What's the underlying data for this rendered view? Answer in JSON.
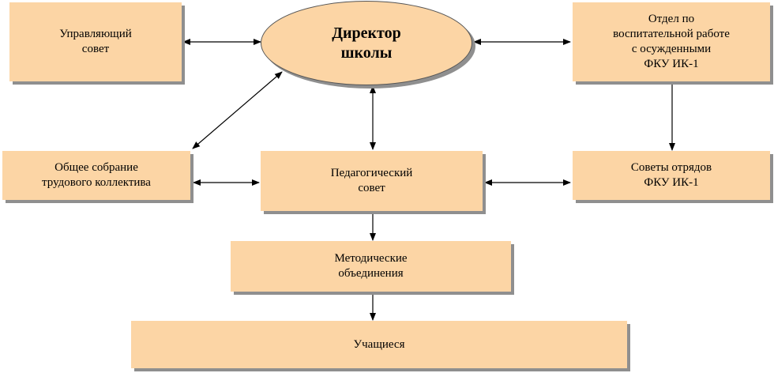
{
  "nodes": {
    "director": "Директор\nшколы",
    "governing_council": "Управляющий\nсовет",
    "educational_department": "Отдел по\nвоспитательной работе\nс осужденными\nФКУ ИК-1",
    "general_meeting": "Общее собрание\nтрудового коллектива",
    "pedagogical_council": "Педагогический\nсовет",
    "detachment_councils": "Советы отрядов\nФКУ ИК-1",
    "methodical_associations": "Методические\nобъединения",
    "students": "Учащиеся"
  },
  "colors": {
    "box_fill": "#fcd5a5",
    "shadow": "#8f8f8f",
    "arrow": "#000000"
  }
}
